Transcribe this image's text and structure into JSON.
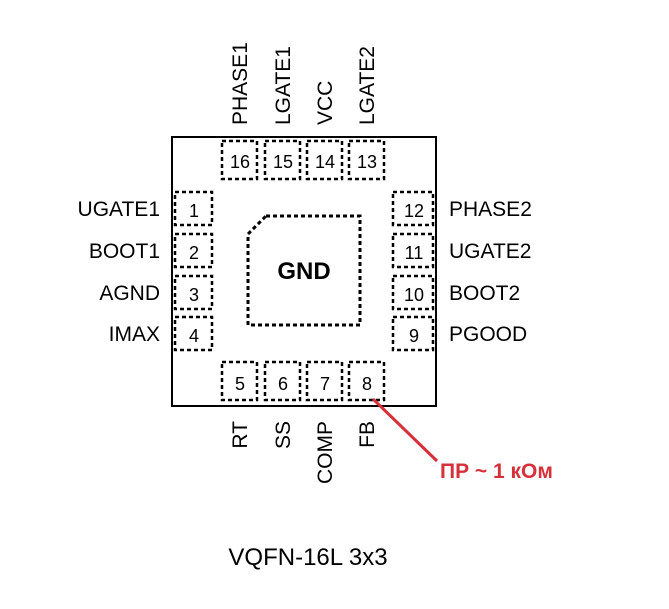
{
  "package": {
    "name": "VQFN-16L 3x3",
    "center_pad_label": "GND"
  },
  "pins": {
    "left": [
      {
        "number": "1",
        "name": "UGATE1"
      },
      {
        "number": "2",
        "name": "BOOT1"
      },
      {
        "number": "3",
        "name": "AGND"
      },
      {
        "number": "4",
        "name": "IMAX"
      }
    ],
    "bottom": [
      {
        "number": "5",
        "name": "RT"
      },
      {
        "number": "6",
        "name": "SS"
      },
      {
        "number": "7",
        "name": "COMP"
      },
      {
        "number": "8",
        "name": "FB"
      }
    ],
    "right": [
      {
        "number": "9",
        "name": "PGOOD"
      },
      {
        "number": "10",
        "name": "BOOT2"
      },
      {
        "number": "11",
        "name": "UGATE2"
      },
      {
        "number": "12",
        "name": "PHASE2"
      }
    ],
    "top": [
      {
        "number": "13",
        "name": "LGATE2"
      },
      {
        "number": "14",
        "name": "VCC"
      },
      {
        "number": "15",
        "name": "LGATE1"
      },
      {
        "number": "16",
        "name": "PHASE1"
      }
    ]
  },
  "annotation": {
    "text": "ПР ~ 1 кОм",
    "color": "#d6303a"
  }
}
